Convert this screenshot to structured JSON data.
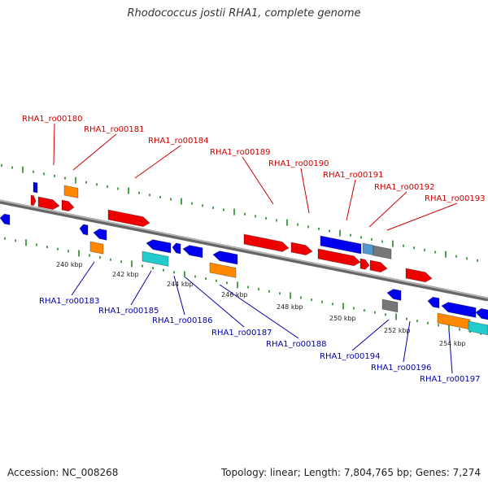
{
  "header": {
    "title": "Rhodococcus jostii RHA1, complete genome"
  },
  "footer": {
    "accession": "Accession: NC_008268",
    "summary": "Topology: linear; Length: 7,804,765 bp; Genes: 7,274"
  },
  "colors": {
    "forward_gene": "#ee0000",
    "reverse_gene": "#0000ee",
    "orange_gene": "#ff8800",
    "cyan_gene": "#22cccc",
    "gray_gene": "#777777",
    "steelblue_gene": "#5599cc",
    "backbone": "#888888",
    "tick": "#228822",
    "label_top": "#cc0000",
    "label_bottom": "#0000aa"
  },
  "scale": {
    "unit": "kbp",
    "ticks": [
      "240 kbp",
      "242 kbp",
      "244 kbp",
      "246 kbp",
      "248 kbp",
      "250 kbp",
      "252 kbp",
      "254 kbp"
    ]
  },
  "gene_labels_top": [
    "RHA1_ro00180",
    "RHA1_ro00181",
    "RHA1_ro00184",
    "RHA1_ro00189",
    "RHA1_ro00190",
    "RHA1_ro00191",
    "RHA1_ro00192",
    "RHA1_ro00193"
  ],
  "gene_labels_bottom": [
    "RHA1_ro00183",
    "RHA1_ro00185",
    "RHA1_ro00186",
    "RHA1_ro00187",
    "RHA1_ro00188",
    "RHA1_ro00194",
    "RHA1_ro00196",
    "RHA1_ro00197"
  ]
}
